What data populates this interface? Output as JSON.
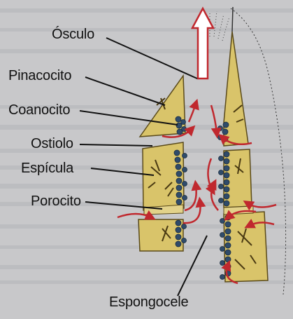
{
  "labels": {
    "osculo": "Ósculo",
    "pinacocito": "Pinacocito",
    "coanocito": "Coanocito",
    "ostiolo": "Ostiolo",
    "espicula": "Espícula",
    "porocito": "Porocito",
    "espongocele": "Espongocele"
  },
  "colors": {
    "background": "#c9c9cb",
    "body_wall": "#d9c46a",
    "cell_outline": "#5a4a1a",
    "choanocyte": "#2f4b6a",
    "flow_arrow": "#c0282e",
    "label_line": "#111111"
  }
}
